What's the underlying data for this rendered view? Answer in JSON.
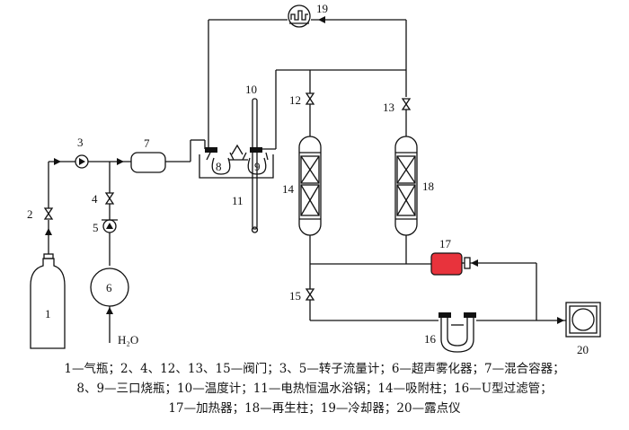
{
  "labels": {
    "n1": "1",
    "n2": "2",
    "n3": "3",
    "n4": "4",
    "n5": "5",
    "n6": "6",
    "n7": "7",
    "n8": "8",
    "n9": "9",
    "n10": "10",
    "n11": "11",
    "n12": "12",
    "n13": "13",
    "n14": "14",
    "n15": "15",
    "n16": "16",
    "n17": "17",
    "n18": "18",
    "n19": "19",
    "n20": "20",
    "h2o": "H₂O"
  },
  "legend": {
    "line1": "1—气瓶；2、4、12、13、15—阀门；3、5—转子流量计；6—超声雾化器；7—混合容器；",
    "line2": "8、9—三口烧瓶；10—温度计；11—电热恒温水浴锅；14—吸附柱；16—U型过滤管；",
    "line3": "17—加热器；18—再生柱；19—冷却器；20—露点仪"
  },
  "colors": {
    "heater": "#e8333c",
    "line": "#111111"
  }
}
